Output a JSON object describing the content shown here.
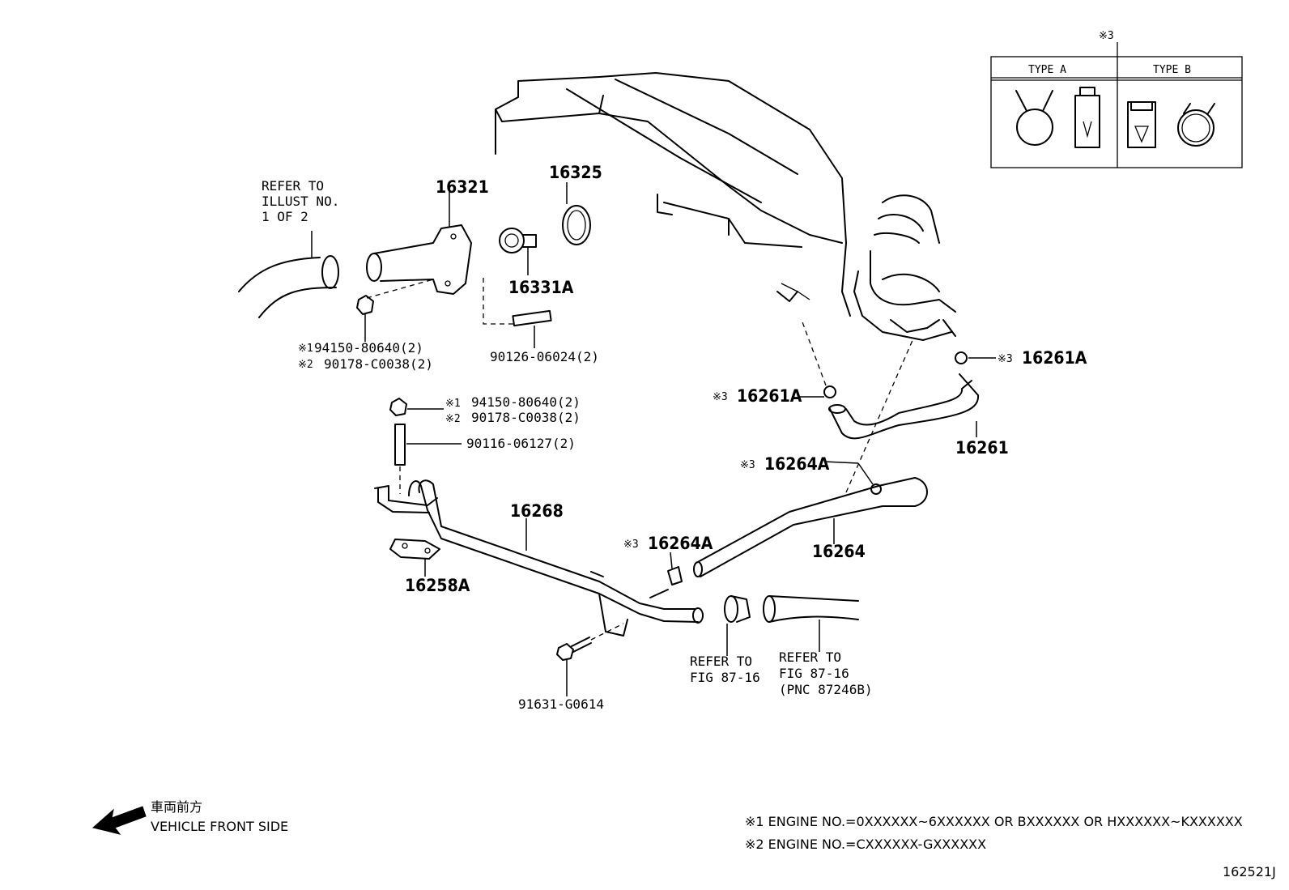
{
  "type_table": {
    "ref_mark": "※3",
    "type_a_label": "TYPE A",
    "type_b_label": "TYPE B"
  },
  "parts": {
    "p16321": "16321",
    "p16325": "16325",
    "p16331a": "16331A",
    "p16261a_left": "16261A",
    "p16261a_right": "16261A",
    "p16261": "16261",
    "p16264a_upper": "16264A",
    "p16264a_lower": "16264A",
    "p16264": "16264",
    "p16268": "16268",
    "p16258a": "16258A",
    "p90126": "90126-06024(2)",
    "p90116": "90116-06127(2)",
    "p91631": "91631-G0614"
  },
  "marks": {
    "m1": "※1",
    "m2": "※2",
    "m3": "※3"
  },
  "nut_upper": {
    "line1": "94150-80640(2)",
    "line2": "90178-C0038(2)"
  },
  "nut_lower": {
    "line1": "94150-80640(2)",
    "line2": "90178-C0038(2)"
  },
  "refer_illust": {
    "line1": "REFER TO",
    "line2": "ILLUST NO.",
    "line3": "1 OF 2"
  },
  "refer_fig_a": {
    "line1": "REFER TO",
    "line2": "FIG 87-16"
  },
  "refer_fig_b": {
    "line1": "REFER TO",
    "line2": "FIG 87-16",
    "line3": "(PNC 87246B)"
  },
  "vehicle_front": {
    "jp": "車両前方",
    "en": "VEHICLE FRONT SIDE"
  },
  "notes": {
    "note1": "※1 ENGINE NO.=0XXXXXX~6XXXXXX OR BXXXXXX OR HXXXXXX~KXXXXXX",
    "note2": "※2 ENGINE NO.=CXXXXXX-GXXXXXX"
  },
  "figure_id": "162521J"
}
